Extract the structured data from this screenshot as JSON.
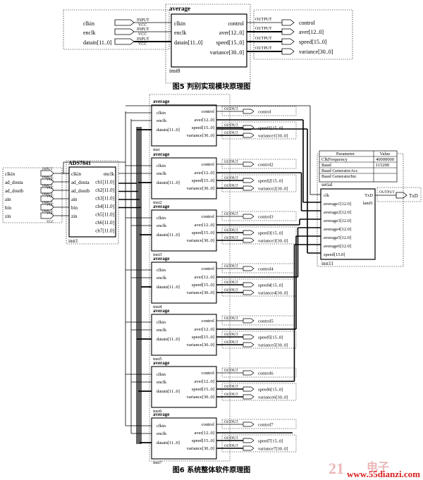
{
  "figure5": {
    "block_title": "average",
    "inst": "inst8",
    "inputs": [
      "clkin",
      "enclk",
      "datain[11..0]"
    ],
    "outputs": [
      "control",
      "aver[12..0]",
      "speed[15..0]",
      "variance[30..0]"
    ],
    "input_pin_label": "INPUT",
    "vcc_label": "VCC",
    "output_pin_label": "OUTPUT",
    "caption": "图5  判别实现模块原理图"
  },
  "figure6": {
    "caption": "图6  系统整体软件原理图",
    "input_pins": [
      "clkin",
      "ad_douta",
      "ad_doutb",
      "ain",
      "bin",
      "zin"
    ],
    "adc": {
      "title": "ADS7841",
      "inst": "inst1",
      "left_ports": [
        "clkin",
        "ad_douta",
        "ad_doutb",
        "ain",
        "bin",
        "zin"
      ],
      "right_ports": [
        "enclk",
        "ch1[11.0]",
        "ch2[11.0]",
        "ch3[11.0]",
        "ch4[11.0]",
        "ch5[11.0]",
        "ch6[11.0]",
        "ch7[11.0]"
      ]
    },
    "average_blocks": [
      {
        "title": "average",
        "inst": "inst",
        "ports_in": [
          "clkin",
          "enclk",
          "datain[11..0]"
        ],
        "ports_out": [
          "control",
          "aver[12..0]",
          "speed[15..0]",
          "variance[30..0]"
        ],
        "out_labels": [
          "control",
          "speed1[15..0]",
          "variance1[30..0]"
        ]
      },
      {
        "title": "average",
        "inst": "inst2",
        "ports_in": [
          "clkin",
          "enclk",
          "datain[11..0]"
        ],
        "ports_out": [
          "control",
          "aver[12..0]",
          "speed[15..0]",
          "variance[30..0]"
        ],
        "out_labels": [
          "control2",
          "speed2[15..0]",
          "variance2[30..0]"
        ]
      },
      {
        "title": "average",
        "inst": "inst3",
        "ports_in": [
          "clkin",
          "enclk",
          "datain[11..0]"
        ],
        "ports_out": [
          "control",
          "aver[12..0]",
          "speed[15..0]",
          "variance[30..0]"
        ],
        "out_labels": [
          "control3",
          "speed3[15..0]",
          "variance3[30..0]"
        ]
      },
      {
        "title": "average",
        "inst": "inst4",
        "ports_in": [
          "clkin",
          "enclk",
          "datain[11..0]"
        ],
        "ports_out": [
          "control",
          "aver[12..0]",
          "speed[15..0]",
          "variance[30..0]"
        ],
        "out_labels": [
          "control4",
          "speed4[15..0]",
          "variance4[30..0]"
        ]
      },
      {
        "title": "average",
        "inst": "inst5",
        "ports_in": [
          "clkin",
          "enclk",
          "datain[11..0]"
        ],
        "ports_out": [
          "control",
          "aver[12..0]",
          "speed[15..0]",
          "variance[30..0]"
        ],
        "out_labels": [
          "control5",
          "speed5[15..0]",
          "variance5[30..0]"
        ]
      },
      {
        "title": "average",
        "inst": "inst6",
        "ports_in": [
          "clkin",
          "enclk",
          "datain[11..0]"
        ],
        "ports_out": [
          "control",
          "aver[12..0]",
          "speed[15..0]",
          "variance[30..0]"
        ],
        "out_labels": [
          "control6",
          "speed6[15..0]",
          "variance6[30..0]"
        ]
      },
      {
        "title": "average",
        "inst": "inst7",
        "ports_in": [
          "clkin",
          "enclk",
          "datain[11..0]"
        ],
        "ports_out": [
          "control",
          "aver[12..0]",
          "speed[15..0]",
          "variance[30..0]"
        ],
        "out_labels": [
          "control7",
          "speed7[15..0]",
          "variance7[30..0]"
        ]
      }
    ],
    "serial": {
      "title": "serial",
      "inst": "inst11",
      "param_header": [
        "Parameter",
        "Value"
      ],
      "params": [
        [
          "ClkFrequency",
          "40000000"
        ],
        [
          "Baud",
          "115200"
        ],
        [
          "Baud GeneratorAcc",
          ""
        ],
        [
          "Baud GeneratorInc",
          ""
        ]
      ],
      "ports_in": [
        "clk",
        "average1[12.0]",
        "average2[12.0]",
        "average3[12.0]",
        "average4[12.0]",
        "average5[12.0]",
        "average6[12.0]",
        "speed[15.0]"
      ],
      "ports_out": [
        "TxD",
        "land1"
      ],
      "out_pin": "TxD"
    }
  },
  "watermark": {
    "site": "www.55dianzi.com",
    "brand": "电子"
  }
}
